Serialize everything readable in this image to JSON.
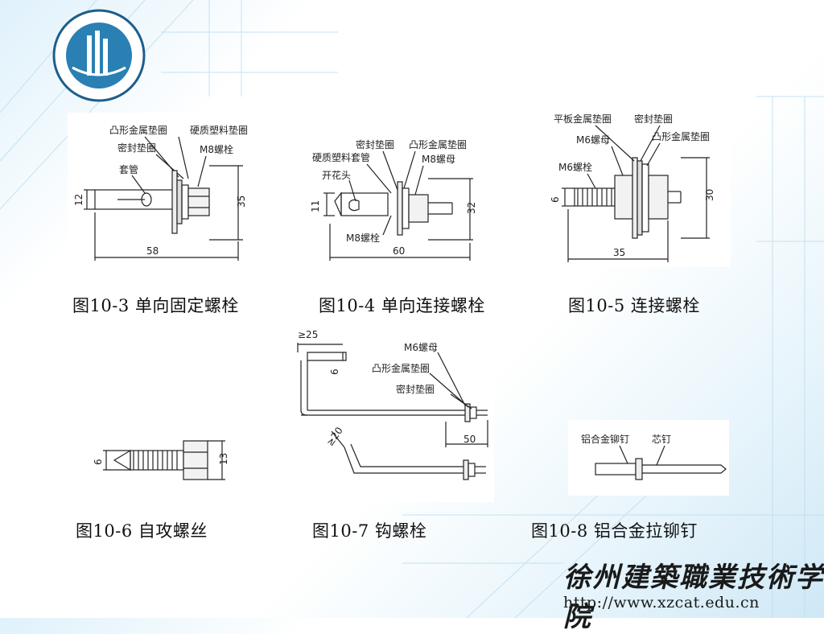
{
  "logo": {
    "icon": "school-emblem-icon"
  },
  "figures": [
    {
      "caption": "图10-3 单向固定螺栓",
      "labels": [
        "凸形金属垫圈",
        "硬质塑料垫圈",
        "密封垫圈",
        "M8螺栓",
        "套管"
      ],
      "dims": [
        "12",
        "35",
        "58"
      ]
    },
    {
      "caption": "图10-4 单向连接螺栓",
      "labels": [
        "密封垫圈",
        "凸形金属垫圈",
        "硬质塑料套管",
        "M8螺母",
        "开花头",
        "M8螺栓"
      ],
      "dims": [
        "11",
        "32",
        "60"
      ]
    },
    {
      "caption": "图10-5 连接螺栓",
      "labels": [
        "平板金属垫圈",
        "密封垫圈",
        "M6螺母",
        "凸形金属垫圈",
        "M6螺栓"
      ],
      "dims": [
        "6",
        "30",
        "35"
      ]
    },
    {
      "caption": "图10-6 自攻螺丝",
      "labels": [],
      "dims": [
        "6",
        "13"
      ]
    },
    {
      "caption": "图10-7 钩螺栓",
      "labels": [
        "M6螺母",
        "凸形金属垫圈",
        "密封垫圈"
      ],
      "dims": [
        "≥25",
        "6",
        "50",
        "≥20"
      ]
    },
    {
      "caption": "图10-8 铝合金拉铆钉",
      "labels": [
        "铝合金铆钉",
        "芯钉"
      ],
      "dims": []
    }
  ],
  "footer": {
    "school_name": "徐州建築職業技術学院",
    "url": "http://www.xzcat.edu.cn"
  }
}
